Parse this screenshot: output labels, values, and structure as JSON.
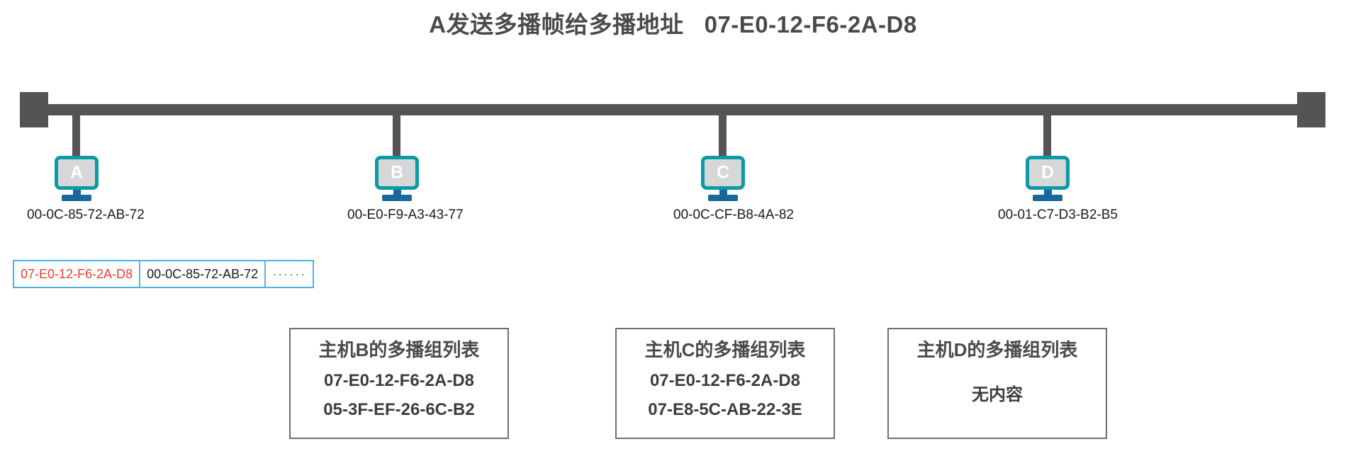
{
  "title": "A发送多播帧给多播地址   07-E0-12-F6-2A-D8",
  "colors": {
    "bus": "#545454",
    "monitor_border": "#0b9aa6",
    "monitor_screen": "#d5d7d8",
    "monitor_stand": "#17689c",
    "frame_border": "#49b5e6",
    "destination_mac": "#e8412a",
    "box_border": "#6f6f6f",
    "title_text": "#4a4a4a"
  },
  "bus": {
    "left_terminator": "bus-terminator",
    "right_terminator": "bus-terminator"
  },
  "hosts": [
    {
      "letter": "A",
      "mac": "00-0C-85-72-AB-72"
    },
    {
      "letter": "B",
      "mac": "00-E0-F9-A3-43-77"
    },
    {
      "letter": "C",
      "mac": "00-0C-CF-B8-4A-82"
    },
    {
      "letter": "D",
      "mac": "00-01-C7-D3-B2-B5"
    }
  ],
  "frame": {
    "destination": "07-E0-12-F6-2A-D8",
    "source": "00-0C-85-72-AB-72",
    "data": "······"
  },
  "group_lists": [
    {
      "title": "主机B的多播组列表",
      "entries": [
        "07-E0-12-F6-2A-D8",
        "05-3F-EF-26-6C-B2"
      ]
    },
    {
      "title": "主机C的多播组列表",
      "entries": [
        "07-E0-12-F6-2A-D8",
        "07-E8-5C-AB-22-3E"
      ]
    },
    {
      "title": "主机D的多播组列表",
      "entries": [
        "无内容"
      ]
    }
  ]
}
